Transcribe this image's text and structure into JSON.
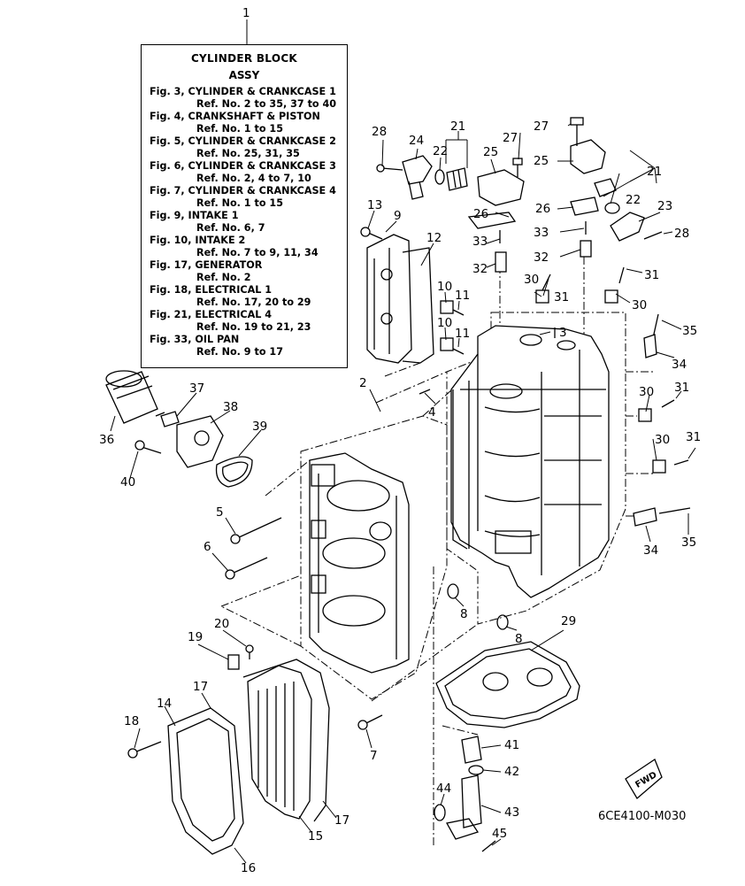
{
  "legend": {
    "title": "CYLINDER BLOCK",
    "subtitle": "ASSY",
    "entries": [
      {
        "fig": "Fig. 3, CYLINDER & CRANKCASE 1",
        "ref": "Ref. No. 2 to 35, 37 to 40"
      },
      {
        "fig": "Fig. 4, CRANKSHAFT & PISTON",
        "ref": "Ref. No. 1 to 15"
      },
      {
        "fig": "Fig. 5, CYLINDER & CRANKCASE 2",
        "ref": "Ref. No. 25, 31, 35"
      },
      {
        "fig": "Fig. 6, CYLINDER & CRANKCASE 3",
        "ref": "Ref. No. 2, 4 to 7, 10"
      },
      {
        "fig": "Fig. 7, CYLINDER & CRANKCASE 4",
        "ref": "Ref. No. 1 to 15"
      },
      {
        "fig": "Fig. 9, INTAKE 1",
        "ref": "Ref. No. 6, 7"
      },
      {
        "fig": "Fig. 10, INTAKE 2",
        "ref": "Ref. No. 7 to 9,  11, 34"
      },
      {
        "fig": "Fig. 17, GENERATOR",
        "ref": "Ref. No. 2"
      },
      {
        "fig": "Fig. 18, ELECTRICAL 1",
        "ref": "Ref. No. 17, 20 to 29"
      },
      {
        "fig": "Fig. 21, ELECTRICAL 4",
        "ref": "Ref. No. 19 to 21, 23"
      },
      {
        "fig": "Fig. 33, OIL PAN",
        "ref": "Ref. No. 9 to 17"
      }
    ]
  },
  "callouts": {
    "c1": "1",
    "c2": "2",
    "c3": "3",
    "c4": "4",
    "c5": "5",
    "c6": "6",
    "c7": "7",
    "c8a": "8",
    "c8b": "8",
    "c9": "9",
    "c10a": "10",
    "c10b": "10",
    "c11a": "11",
    "c11b": "11",
    "c12": "12",
    "c13": "13",
    "c14": "14",
    "c15": "15",
    "c16": "16",
    "c17a": "17",
    "c17b": "17",
    "c18": "18",
    "c19": "19",
    "c20": "20",
    "c21a": "21",
    "c21b": "21",
    "c22a": "22",
    "c22b": "22",
    "c23": "23",
    "c24": "24",
    "c25a": "25",
    "c25b": "25",
    "c26a": "26",
    "c26b": "26",
    "c27a": "27",
    "c27b": "27",
    "c28a": "28",
    "c28b": "28",
    "c29": "29",
    "c30a": "30",
    "c30b": "30",
    "c30c": "30",
    "c30d": "30",
    "c31a": "31",
    "c31b": "31",
    "c31c": "31",
    "c31d": "31",
    "c32a": "32",
    "c32b": "32",
    "c33a": "33",
    "c33b": "33",
    "c34a": "34",
    "c34b": "34",
    "c35a": "35",
    "c35b": "35",
    "c36": "36",
    "c37": "37",
    "c38": "38",
    "c39": "39",
    "c40": "40",
    "c41": "41",
    "c42": "42",
    "c43": "43",
    "c44": "44",
    "c45": "45"
  },
  "drawing_code": "6CE4100-M030",
  "fwd_label": "FWD"
}
